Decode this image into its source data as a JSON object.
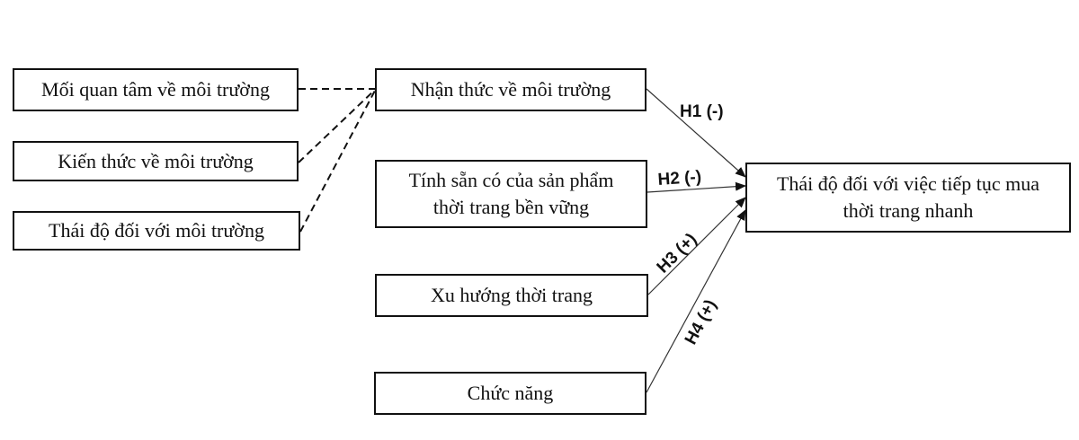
{
  "diagram": {
    "nodes": {
      "concern": {
        "label": "Mối quan tâm về môi trường"
      },
      "knowledge": {
        "label": "Kiến thức về môi trường"
      },
      "env_attitude": {
        "label": "Thái độ đối với môi trường"
      },
      "awareness": {
        "label": "Nhận thức về môi trường"
      },
      "availability": {
        "label": "Tính sẵn có của sản phẩm thời trang bền vững"
      },
      "trend": {
        "label": "Xu hướng thời trang"
      },
      "function": {
        "label": "Chức năng"
      },
      "outcome": {
        "label": "Thái độ đối với việc tiếp tục mua thời trang nhanh"
      }
    },
    "edges": [
      {
        "from": "concern",
        "to": "awareness",
        "style": "dashed",
        "label": ""
      },
      {
        "from": "knowledge",
        "to": "awareness",
        "style": "dashed",
        "label": ""
      },
      {
        "from": "env_attitude",
        "to": "awareness",
        "style": "dashed",
        "label": ""
      },
      {
        "from": "awareness",
        "to": "outcome",
        "style": "solid-arrow",
        "label": "H1 (-)"
      },
      {
        "from": "availability",
        "to": "outcome",
        "style": "solid-arrow",
        "label": "H2 (-)"
      },
      {
        "from": "trend",
        "to": "outcome",
        "style": "solid-arrow",
        "label": "H3 (+)"
      },
      {
        "from": "function",
        "to": "outcome",
        "style": "solid-arrow",
        "label": "H4 (+)"
      }
    ],
    "hypotheses": {
      "h1": "H1 (-)",
      "h2": "H2 (-)",
      "h3": "H3 (+)",
      "h4": "H4 (+)"
    },
    "colors": {
      "line": "#111111",
      "background": "#ffffff"
    }
  }
}
